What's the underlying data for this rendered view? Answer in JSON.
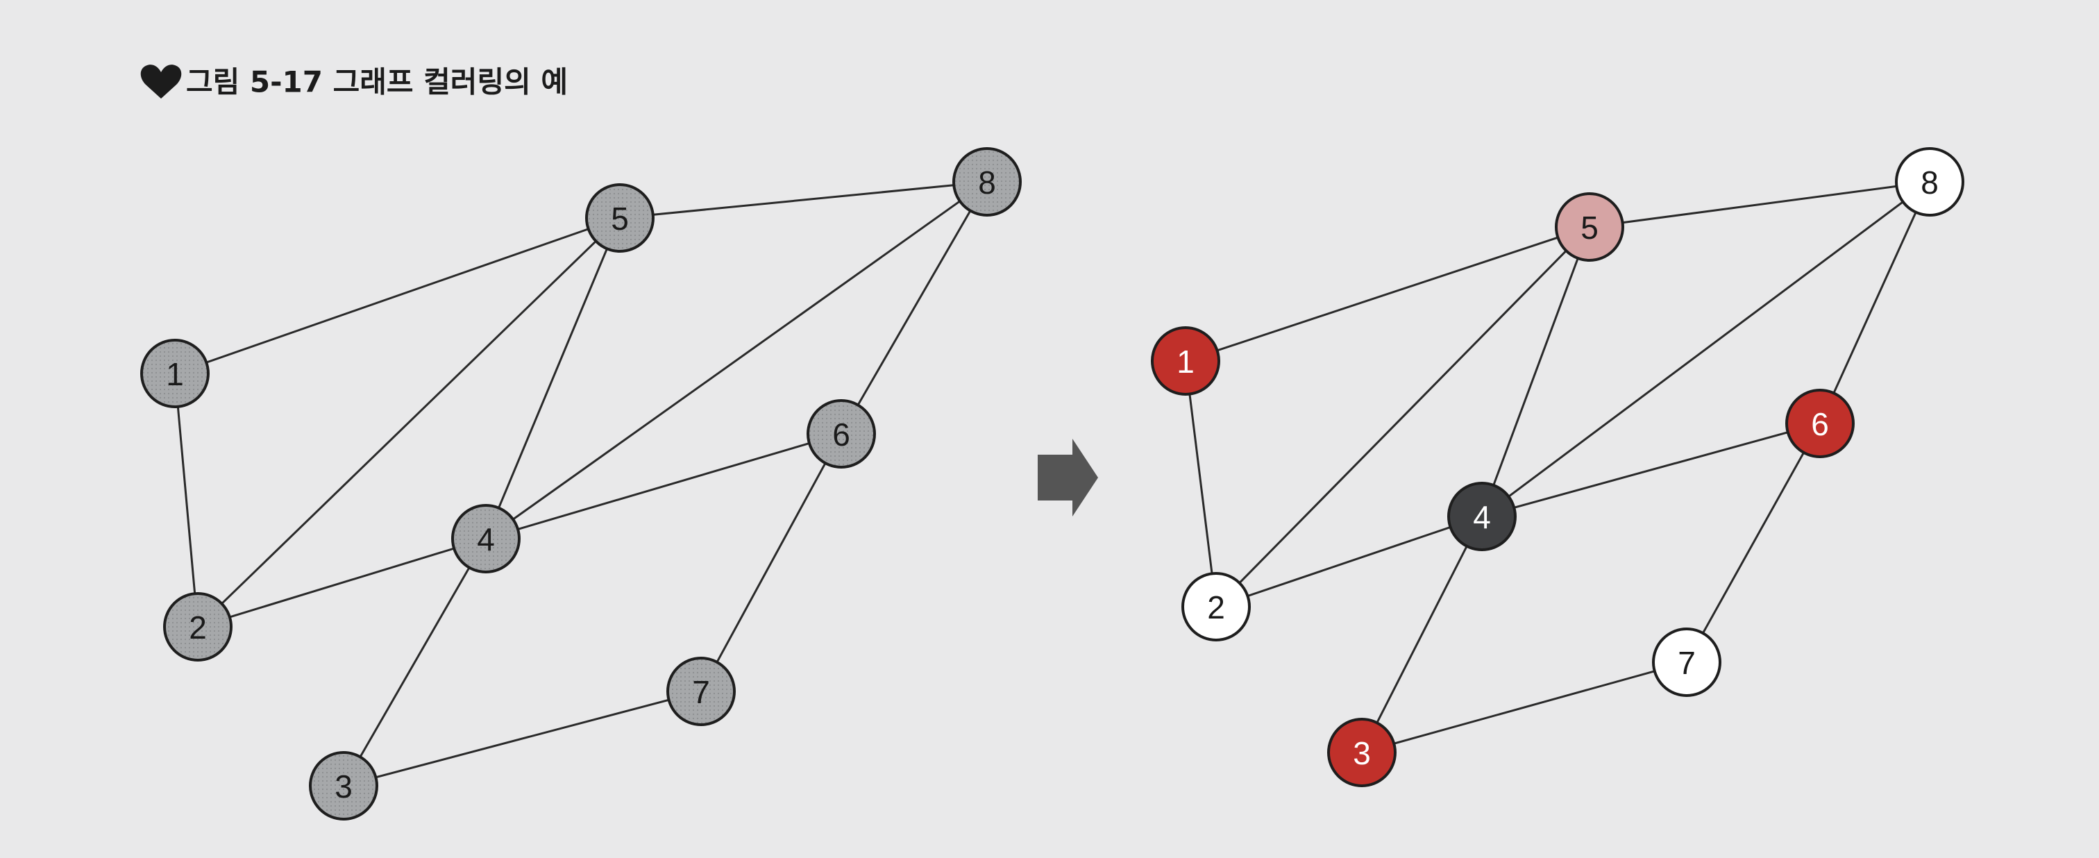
{
  "caption": {
    "text": "그림 5-17 그래프 컬러링의 예",
    "icon": "heart-icon"
  },
  "arrow": {
    "icon": "arrow-right-icon",
    "color": "#555555"
  },
  "nodes": [
    "1",
    "2",
    "3",
    "4",
    "5",
    "6",
    "7",
    "8"
  ],
  "edges": [
    [
      "1",
      "5"
    ],
    [
      "1",
      "2"
    ],
    [
      "2",
      "5"
    ],
    [
      "2",
      "4"
    ],
    [
      "3",
      "4"
    ],
    [
      "3",
      "7"
    ],
    [
      "4",
      "5"
    ],
    [
      "4",
      "8"
    ],
    [
      "4",
      "6"
    ],
    [
      "5",
      "8"
    ],
    [
      "6",
      "8"
    ],
    [
      "6",
      "7"
    ]
  ],
  "graphs": [
    {
      "id": "original-graph",
      "node_fill": "#a6a8aa",
      "node_text": "#1a1a1a"
    },
    {
      "id": "colored-graph",
      "node_colors": {
        "1": "#c0302a",
        "2": "#ffffff",
        "3": "#c0302a",
        "4": "#3f4042",
        "5": "#d6a4a4",
        "6": "#c0302a",
        "7": "#ffffff",
        "8": "#ffffff"
      },
      "node_text_colors": {
        "1": "#ffffff",
        "2": "#1a1a1a",
        "3": "#ffffff",
        "4": "#ffffff",
        "5": "#1a1a1a",
        "6": "#ffffff",
        "7": "#1a1a1a",
        "8": "#1a1a1a"
      }
    }
  ]
}
